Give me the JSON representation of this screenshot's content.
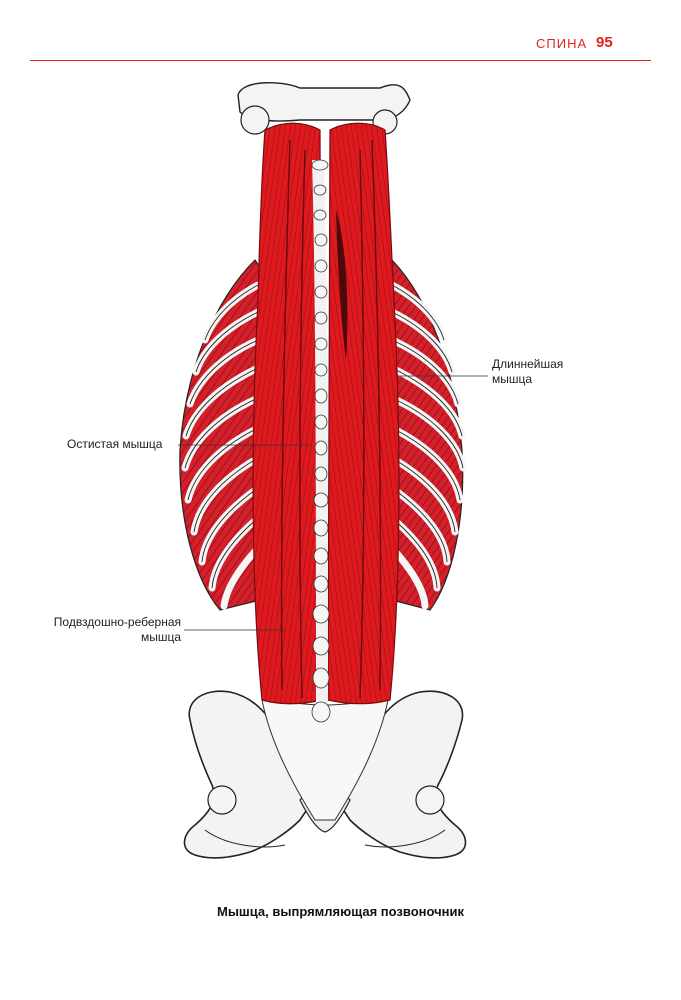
{
  "header": {
    "section": "СПИНА",
    "page": "95"
  },
  "labels": {
    "longissimus": "Длиннейшая\nмышца",
    "spinalis": "Остистая мышца",
    "iliocostalis": "Подвздошно-реберная\nмышца"
  },
  "caption": "Мышца, выпрямляющая позвоночник",
  "colors": {
    "accent": "#e0241f",
    "muscle": "#d9161a",
    "bone": "#f2f2f2"
  }
}
